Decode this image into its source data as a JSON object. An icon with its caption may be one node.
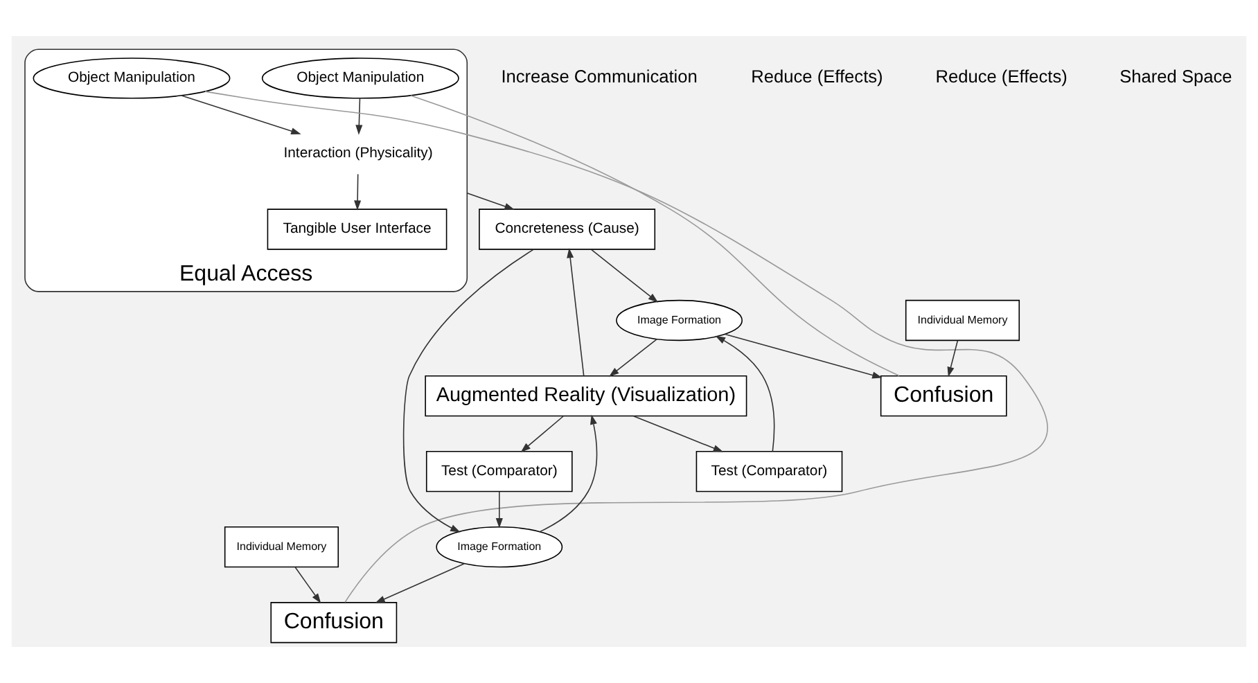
{
  "diagram": {
    "nodes": [
      {
        "text": [
          "Equal Access"
        ]
      },
      {
        "text": [
          "Tangible User Interface"
        ],
        "in": 0
      },
      {
        "text": [
          "Object Manipulation"
        ],
        "in": 0
      },
      {
        "text": [
          "Interaction (Physicality)"
        ],
        "in": 0
      },
      {
        "text": [
          "Object Manipulation"
        ],
        "in": 0
      },
      {
        "text": [
          "Individual Memory"
        ]
      },
      {
        "text": [
          "Confusion"
        ]
      },
      {
        "text": [
          "Individual Memory"
        ]
      },
      {
        "text": [
          "Confusion"
        ]
      },
      {
        "text": [
          "Image Formation"
        ]
      },
      {
        "text": [
          "Concreteness (Cause)"
        ]
      },
      {
        "text": [
          "Image Formation"
        ]
      },
      {
        "text": [
          "Augmented Reality (Visualization)"
        ]
      },
      {
        "text": [
          "Test (Comparator)"
        ]
      },
      {
        "text": [
          "Test (Comparator)"
        ]
      }
    ],
    "edges": [
      {
        "from": 5,
        "to": 6,
        "arrow": "to"
      },
      {
        "from": 7,
        "to": 8,
        "arrow": "to"
      },
      {
        "from": 2,
        "to": 6,
        "arrow": "none",
        "color": "#999999"
      },
      {
        "from": 4,
        "to": 8,
        "arrow": "none",
        "color": "#999999"
      },
      {
        "from": 2,
        "to": 3,
        "arrow": "to"
      },
      {
        "from": 4,
        "to": 3,
        "arrow": "to"
      },
      {
        "from": 3,
        "to": 1,
        "arrow": "to"
      },
      {
        "from": 0,
        "to": 10,
        "arrow": "to"
      },
      {
        "from": 10,
        "to": 9,
        "arrow": "to"
      },
      {
        "from": 10,
        "to": 11,
        "arrow": "to"
      },
      {
        "from": 12,
        "to": 10,
        "arrow": "to"
      },
      {
        "from": 9,
        "to": 6,
        "arrow": "to"
      },
      {
        "from": 11,
        "to": 8,
        "arrow": "to"
      },
      {
        "from": 9,
        "to": 12,
        "arrow": "to"
      },
      {
        "from": 12,
        "to": 13,
        "arrow": "to"
      },
      {
        "from": 13,
        "to": 9,
        "arrow": "to"
      },
      {
        "from": 11,
        "to": 12,
        "arrow": "to"
      },
      {
        "from": 12,
        "to": 14,
        "arrow": "to"
      },
      {
        "from": 14,
        "to": 11,
        "arrow": "to"
      }
    ],
    "labels": [
      "Increase Communication",
      "Reduce (Effects)",
      "Reduce (Effects)",
      "Shared Space"
    ]
  }
}
